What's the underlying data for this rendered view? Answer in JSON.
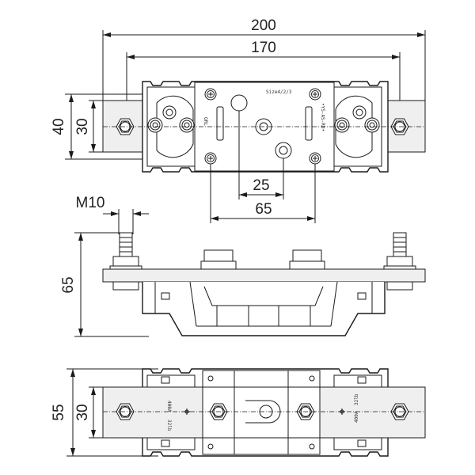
{
  "top_view": {
    "dim_overall": "200",
    "dim_stud_span": "170",
    "dim_height_outer": "40",
    "dim_height_inner": "30",
    "dim_hole_pitch_small": "25",
    "dim_hole_pitch_large": "65",
    "marking_brand": "GRL",
    "marking_size": "Size4/2/3",
    "marking_rating_dots": "•YS-AS-RD•"
  },
  "side_view": {
    "dim_thread": "M10",
    "dim_height": "65"
  },
  "bottom_view": {
    "dim_height_outer": "55",
    "dim_height_inner": "30",
    "marking_current_left": "400A",
    "marking_size_left": "32lb",
    "marking_current_right": "400A",
    "marking_size_right": "32lb"
  }
}
